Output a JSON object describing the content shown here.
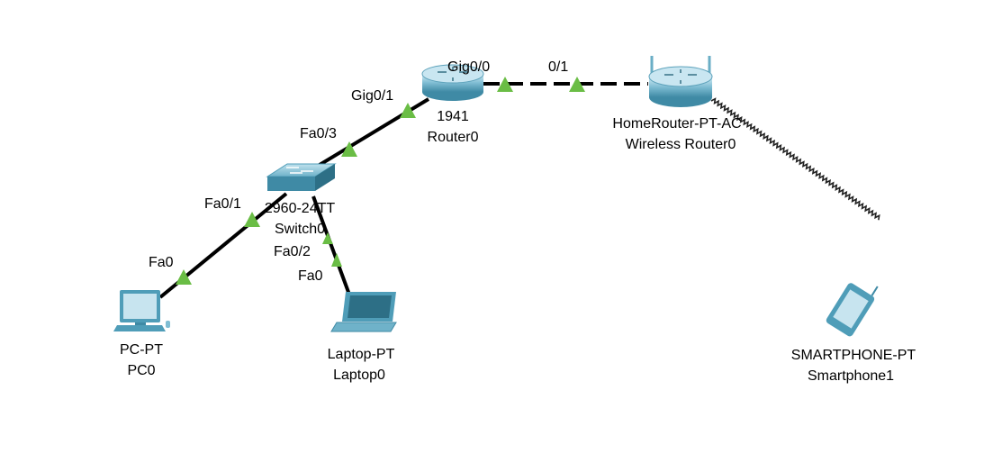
{
  "devices": {
    "router0": {
      "model": "1941",
      "name": "Router0"
    },
    "wireless_router0": {
      "model": "HomeRouter-PT-AC",
      "name": "Wireless Router0"
    },
    "switch0": {
      "model": "2960-24TT",
      "name": "Switch0"
    },
    "pc0": {
      "model": "PC-PT",
      "name": "PC0"
    },
    "laptop0": {
      "model": "Laptop-PT",
      "name": "Laptop0"
    },
    "smartphone1": {
      "model": "SMARTPHONE-PT",
      "name": "Smartphone1"
    }
  },
  "ports": {
    "router0_gig00": "Gig0/0",
    "wireless_router0_port": "0/1",
    "router0_gig01": "Gig0/1",
    "switch0_fa03": "Fa0/3",
    "switch0_fa01": "Fa0/1",
    "pc0_fa0": "Fa0",
    "switch0_fa02": "Fa0/2",
    "laptop0_fa0": "Fa0"
  },
  "colors": {
    "link": "#000000",
    "link_up_indicator": "#6abd45",
    "device_primary": "#4f9db8",
    "device_dark": "#2d6f86",
    "device_light": "#b9e0ee",
    "wireless_link": "#000000"
  }
}
